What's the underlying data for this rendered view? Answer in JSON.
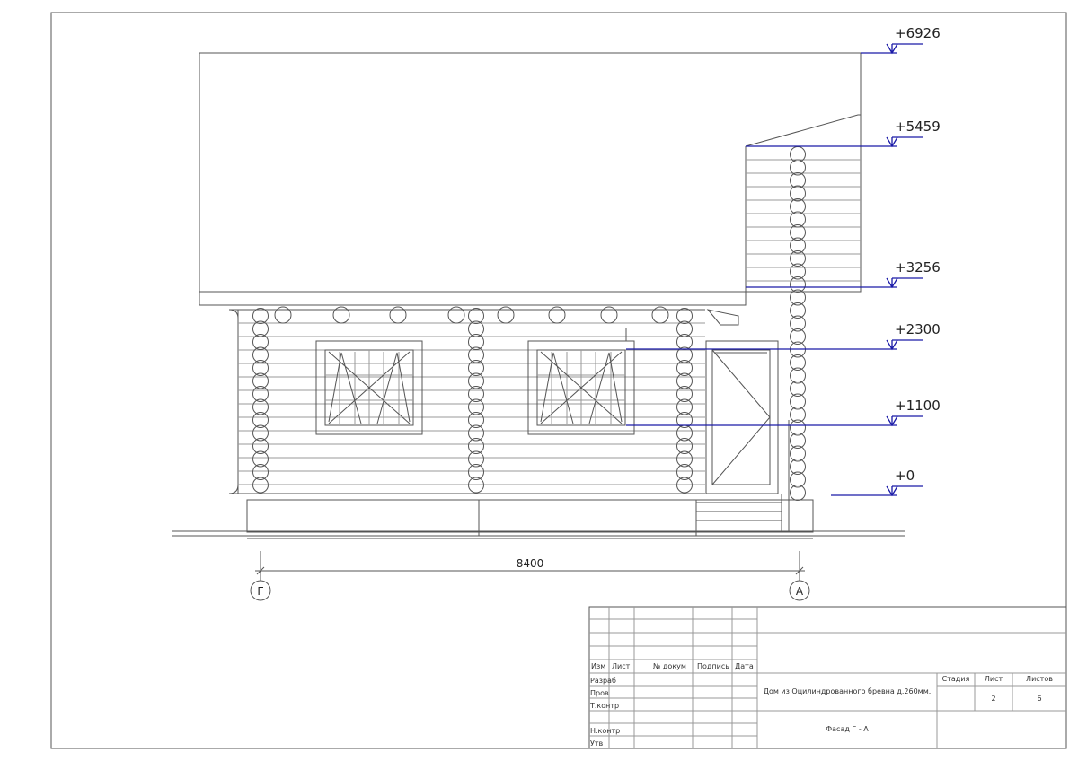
{
  "drawing": {
    "levels": [
      {
        "label": "+6926",
        "value": 6926
      },
      {
        "label": "+5459",
        "value": 5459
      },
      {
        "label": "+3256",
        "value": 3256
      },
      {
        "label": "+2300",
        "value": 2300
      },
      {
        "label": "+1100",
        "value": 1100
      },
      {
        "label": "+0",
        "value": 0
      }
    ],
    "dimension": "8400",
    "axes": [
      "Г",
      "А"
    ],
    "line_color": "#555555",
    "level_color": "#1a1aa8"
  },
  "title_block": {
    "headers": [
      "Изм",
      "Лист",
      "№ докум",
      "Подпись",
      "Дата"
    ],
    "roles": [
      "Разраб",
      "Пров",
      "Т.контр",
      "Н.контр",
      "Утв"
    ],
    "project": "Дом из Оцилиндрованного бревна д.260мм.",
    "sheet_title": "Фасад Г - А",
    "stage_label": "Стадия",
    "sheet_label": "Лист",
    "sheets_label": "Листов",
    "sheet": "2",
    "sheets": "6"
  }
}
